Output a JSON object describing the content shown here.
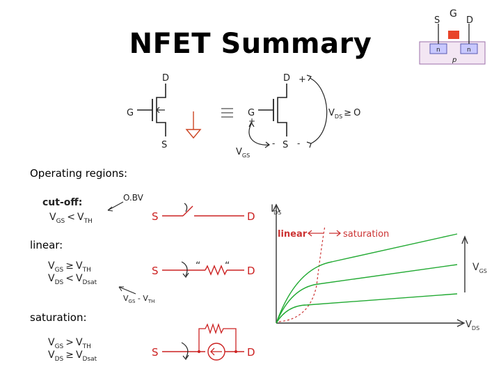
{
  "slide": {
    "title": "NFET Summary",
    "sections": {
      "operating_regions": "Operating regions:",
      "linear": "linear:",
      "saturation": "saturation:"
    }
  },
  "device_inset": {
    "labels": {
      "source": "S",
      "gate": "G",
      "drain": "D",
      "n_left": "n",
      "n_right": "n",
      "substrate": "p"
    },
    "colors": {
      "background": "#f3e6f3",
      "border": "#9b6fa8",
      "n_region": "#c8c8ff",
      "gate": "#e8442a"
    }
  },
  "symbol": {
    "left": {
      "drain": "D",
      "gate": "G",
      "source": "S"
    },
    "right": {
      "drain": "D",
      "gate": "G",
      "source": "S",
      "plus_drain": "+",
      "plus_gate": "+",
      "minus_gate": "-",
      "minus_source": "-"
    },
    "vds_condition": {
      "v": "V",
      "sub": "DS",
      "rel": "≥",
      "val": "O"
    },
    "vgs_label": {
      "v": "V",
      "sub": "GS"
    }
  },
  "regions": {
    "cutoff": {
      "heading": "cut-off:",
      "condition": {
        "l": "V",
        "lsub": "GS",
        "rel": "<",
        "r": "V",
        "rsub": "TH"
      },
      "note": "O.BV",
      "switch": {
        "s": "S",
        "d": "D"
      }
    },
    "linear": {
      "condition1": {
        "l": "V",
        "lsub": "GS",
        "rel": "≥",
        "r": "V",
        "rsub": "TH"
      },
      "condition2": {
        "l": "V",
        "lsub": "DS",
        "rel": "<",
        "r": "V",
        "rsub": "Dsat"
      },
      "note": {
        "a": "V",
        "asub": "GS",
        "dash": " - ",
        "b": "V",
        "bsub": "TH"
      },
      "quote_open": "“",
      "quote_close": "“",
      "switch": {
        "s": "S",
        "d": "D"
      }
    },
    "saturation": {
      "condition1": {
        "l": "V",
        "lsub": "GS",
        "rel": ">",
        "r": "V",
        "rsub": "TH"
      },
      "condition2": {
        "l": "V",
        "lsub": "DS",
        "rel": "≥",
        "r": "V",
        "rsub": "Dsat"
      },
      "switch": {
        "s": "S",
        "d": "D"
      }
    }
  },
  "iv_plot": {
    "y_axis": {
      "v": "I",
      "sub": "DS"
    },
    "x_axis": {
      "v": "V",
      "sub": "DS"
    },
    "vgs_arrow": {
      "v": "V",
      "sub": "GS"
    },
    "region_linear": "linear",
    "region_saturation": "saturation",
    "colors": {
      "curves": "#22aa33",
      "boundary": "#cc3333",
      "region_text": "#cc3333",
      "axes": "#333333"
    }
  },
  "colors": {
    "annotation": "#cc2222",
    "ink": "#222222"
  }
}
